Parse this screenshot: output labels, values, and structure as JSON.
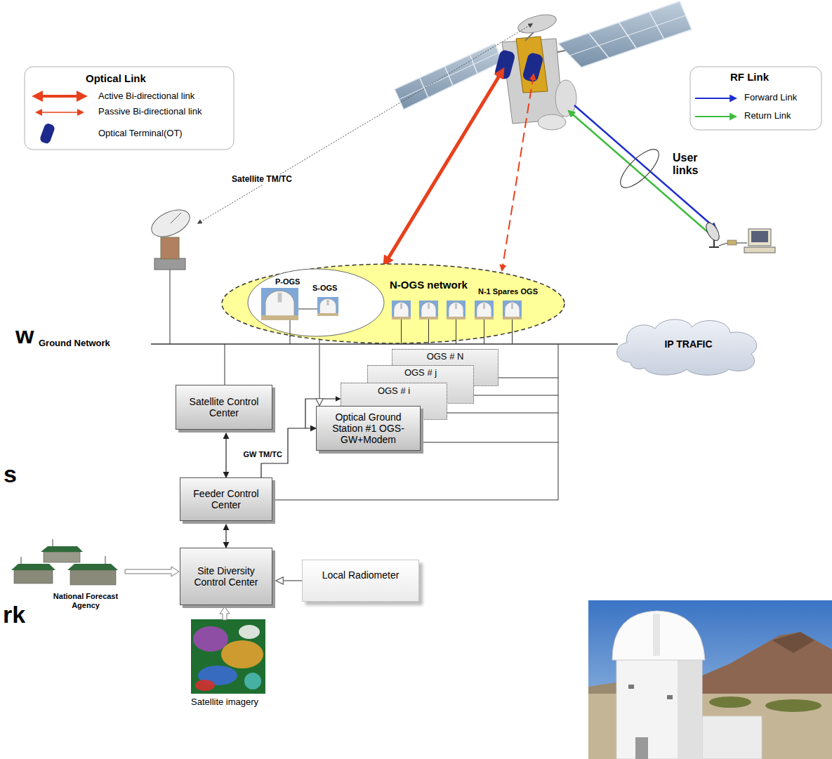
{
  "diagram": {
    "nodes": [
      {
        "text": [
          "N-OGS network",
          "N-1 Spares OGS"
        ]
      },
      {
        "text": [
          "P-OGS",
          "S-OGS"
        ],
        "in": 0
      },
      {
        "text": [
          "IP TRAFIC"
        ]
      },
      {
        "text": [
          "OGS # N"
        ]
      },
      {
        "text": [
          "OGS # j"
        ]
      },
      {
        "text": [
          "OGS # i"
        ]
      },
      {
        "text": [
          "Optical Ground Station #1 OGS-GW+Modem"
        ]
      },
      {
        "text": [
          "Satellite Control Center"
        ]
      },
      {
        "text": [
          "Feeder Control Center"
        ]
      },
      {
        "text": [
          "Site Diversity Control Center"
        ]
      },
      {
        "text": [
          "Local Radiometer"
        ]
      }
    ],
    "edges": [
      {
        "from": 7,
        "to": 8,
        "arrow": "both"
      },
      {
        "from": 8,
        "to": 9,
        "arrow": "both"
      },
      {
        "from": 10,
        "to": 9,
        "arrow": "to"
      },
      {
        "from": 8,
        "to": 6,
        "arrow": "to",
        "label": "GW TM/TC"
      },
      {
        "from": 0,
        "to": 6,
        "arrow": "to"
      }
    ],
    "labels": [
      "Optical Link",
      "RF Link",
      "Satellite TM/TC",
      "User links",
      "Ground Network",
      "National Forecast Agency",
      "Satellite imagery",
      "w",
      "s",
      "rk"
    ],
    "legend": [
      {
        "text": "Active Bi-directional link"
      },
      {
        "text": "Passive Bi-directional link"
      },
      {
        "text": "Optical Terminal(OT)"
      },
      {
        "text": "Forward Link"
      },
      {
        "text": "Return Link"
      }
    ]
  }
}
